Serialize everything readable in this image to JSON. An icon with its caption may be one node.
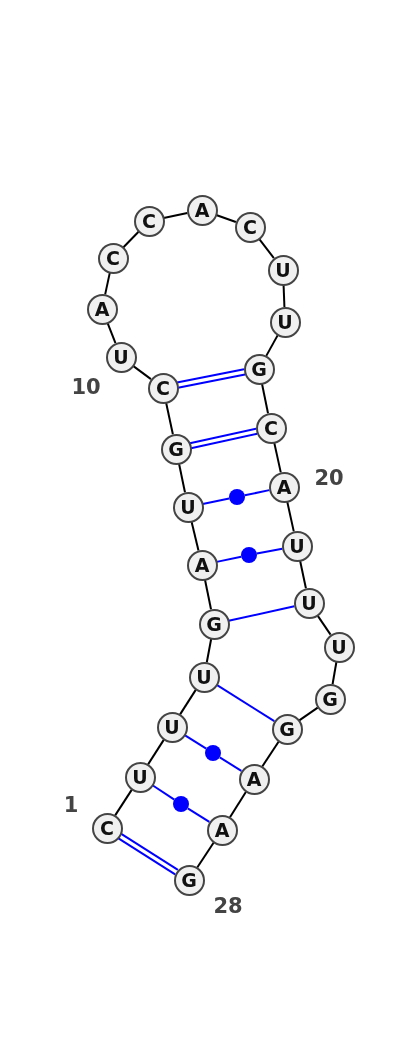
{
  "diagram": {
    "nodes": [
      {
        "text": [
          "C"
        ]
      },
      {
        "text": [
          "U"
        ]
      },
      {
        "text": [
          "U"
        ]
      },
      {
        "text": [
          "U"
        ]
      },
      {
        "text": [
          "G"
        ]
      },
      {
        "text": [
          "A"
        ]
      },
      {
        "text": [
          "U"
        ]
      },
      {
        "text": [
          "G"
        ]
      },
      {
        "text": [
          "C"
        ]
      },
      {
        "text": [
          "U"
        ]
      },
      {
        "text": [
          "A"
        ]
      },
      {
        "text": [
          "C"
        ]
      },
      {
        "text": [
          "C"
        ]
      },
      {
        "text": [
          "A"
        ]
      },
      {
        "text": [
          "C"
        ]
      },
      {
        "text": [
          "U"
        ]
      },
      {
        "text": [
          "U"
        ]
      },
      {
        "text": [
          "G"
        ]
      },
      {
        "text": [
          "C"
        ]
      },
      {
        "text": [
          "A"
        ]
      },
      {
        "text": [
          "U"
        ]
      },
      {
        "text": [
          "U"
        ]
      },
      {
        "text": [
          "U"
        ]
      },
      {
        "text": [
          "G"
        ]
      },
      {
        "text": [
          "G"
        ]
      },
      {
        "text": [
          "A"
        ]
      },
      {
        "text": [
          "A"
        ]
      },
      {
        "text": [
          "G"
        ]
      },
      {
        "text": [],
        "shape": "circle"
      },
      {
        "text": [],
        "shape": "circle"
      },
      {
        "text": [],
        "shape": "circle"
      },
      {
        "text": [],
        "shape": "circle"
      }
    ],
    "edges": [
      {
        "from": 0,
        "to": 1,
        "arrow": "none"
      },
      {
        "from": 1,
        "to": 2,
        "arrow": "none"
      },
      {
        "from": 2,
        "to": 3,
        "arrow": "none"
      },
      {
        "from": 3,
        "to": 4,
        "arrow": "none"
      },
      {
        "from": 4,
        "to": 5,
        "arrow": "none"
      },
      {
        "from": 5,
        "to": 6,
        "arrow": "none"
      },
      {
        "from": 6,
        "to": 7,
        "arrow": "none"
      },
      {
        "from": 7,
        "to": 8,
        "arrow": "none"
      },
      {
        "from": 8,
        "to": 9,
        "arrow": "none"
      },
      {
        "from": 9,
        "to": 10,
        "arrow": "none"
      },
      {
        "from": 10,
        "to": 11,
        "arrow": "none"
      },
      {
        "from": 11,
        "to": 12,
        "arrow": "none"
      },
      {
        "from": 12,
        "to": 13,
        "arrow": "none"
      },
      {
        "from": 13,
        "to": 14,
        "arrow": "none"
      },
      {
        "from": 14,
        "to": 15,
        "arrow": "none"
      },
      {
        "from": 15,
        "to": 16,
        "arrow": "none"
      },
      {
        "from": 16,
        "to": 17,
        "arrow": "none"
      },
      {
        "from": 17,
        "to": 18,
        "arrow": "none"
      },
      {
        "from": 18,
        "to": 19,
        "arrow": "none"
      },
      {
        "from": 19,
        "to": 20,
        "arrow": "none"
      },
      {
        "from": 20,
        "to": 21,
        "arrow": "none"
      },
      {
        "from": 21,
        "to": 22,
        "arrow": "none"
      },
      {
        "from": 22,
        "to": 23,
        "arrow": "none"
      },
      {
        "from": 23,
        "to": 24,
        "arrow": "none"
      },
      {
        "from": 24,
        "to": 25,
        "arrow": "none"
      },
      {
        "from": 25,
        "to": 26,
        "arrow": "none"
      },
      {
        "from": 26,
        "to": 27,
        "arrow": "none"
      },
      {
        "from": 0,
        "to": 27,
        "arrow": "none",
        "color": "#0000ff"
      },
      {
        "from": 0,
        "to": 27,
        "arrow": "none",
        "color": "#0000ff"
      },
      {
        "from": 1,
        "to": 31,
        "arrow": "none",
        "color": "#0000ff"
      },
      {
        "from": 31,
        "to": 26,
        "arrow": "none",
        "color": "#0000ff"
      },
      {
        "from": 2,
        "to": 30,
        "arrow": "none",
        "color": "#0000ff"
      },
      {
        "from": 30,
        "to": 25,
        "arrow": "none",
        "color": "#0000ff"
      },
      {
        "from": 3,
        "to": 24,
        "arrow": "none",
        "color": "#0000ff"
      },
      {
        "from": 4,
        "to": 21,
        "arrow": "none",
        "color": "#0000ff"
      },
      {
        "from": 5,
        "to": 29,
        "arrow": "none",
        "color": "#0000ff"
      },
      {
        "from": 29,
        "to": 20,
        "arrow": "none",
        "color": "#0000ff"
      },
      {
        "from": 6,
        "to": 28,
        "arrow": "none",
        "color": "#0000ff"
      },
      {
        "from": 28,
        "to": 19,
        "arrow": "none",
        "color": "#0000ff"
      },
      {
        "from": 7,
        "to": 18,
        "arrow": "none",
        "color": "#0000ff"
      },
      {
        "from": 7,
        "to": 18,
        "arrow": "none",
        "color": "#0000ff"
      },
      {
        "from": 8,
        "to": 17,
        "arrow": "none",
        "color": "#0000ff"
      },
      {
        "from": 8,
        "to": 17,
        "arrow": "none",
        "color": "#0000ff"
      }
    ],
    "labels": [
      "10",
      "20",
      "1",
      "28"
    ]
  }
}
